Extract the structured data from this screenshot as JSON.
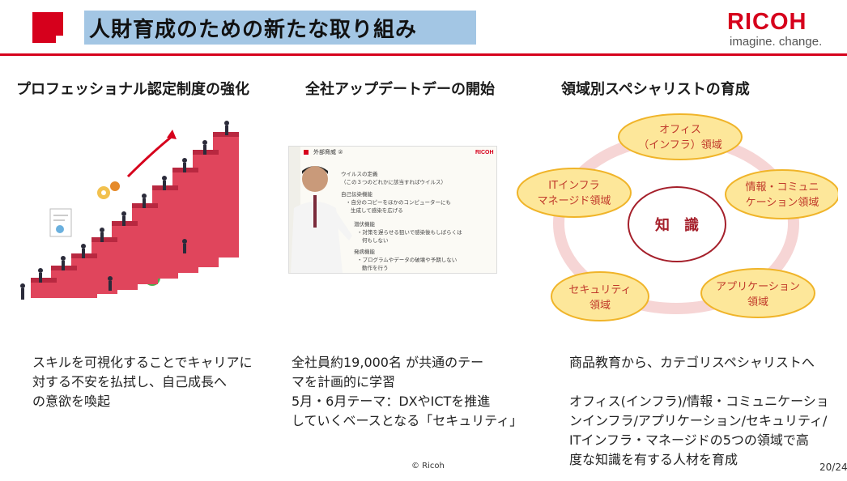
{
  "header": {
    "title": "人財育成のための新たな取り組み",
    "logo_word": "RICOH",
    "logo_tagline": "imagine. change."
  },
  "columns": [
    {
      "heading": "プロフェッショナル認定制度の強化",
      "body_lines": [
        "スキルを可視化することでキャリアに",
        "対する不安を払拭し、自己成長へ",
        "の意欲を喚起"
      ]
    },
    {
      "heading": "全社アップデートデーの開始",
      "body_lines": [
        "全社員約19,000名 が共通のテー",
        "マを計画的に学習",
        "5月・6月テーマ：DXやICTを推進",
        "していくベースとなる「セキュリティ」"
      ],
      "slide": {
        "title": "外部脅威  ②",
        "logo": "RICOH",
        "lines": [
          "ウイルスの定義",
          "（この３つのどれかに該当すればウイルス）",
          "自己伝染機能",
          "・自分のコピーをほかのコンピューターにも",
          "生成して感染を広げる",
          "潜伏機能",
          "・対策を遅らせる狙いで感染後もしばらくは",
          "何もしない",
          "発病機能",
          "・プログラムやデータの破壊や予期しない",
          "動作を行う"
        ]
      }
    },
    {
      "heading": "領域別スペシャリストの育成",
      "body_lines": [
        "商品教育から、カテゴリスペシャリストへ",
        "",
        "オフィス(インフラ)/情報・コミュニケーショ",
        "ンインフラ/アプリケーション/セキュリティ/",
        "ITインフラ・マネージドの5つの領域で高",
        "度な知識を有する人材を育成"
      ]
    }
  ],
  "diagram": {
    "center": "知　識",
    "domains": [
      {
        "line1": "オフィス",
        "line2": "（インフラ）領域"
      },
      {
        "line1": "情報・コミュニ",
        "line2": "ケーション領域"
      },
      {
        "line1": "アプリケーション",
        "line2": "領域"
      },
      {
        "line1": "セキュリティ",
        "line2": "領域"
      },
      {
        "line1": "ITインフラ",
        "line2": "マネージド領域"
      }
    ]
  },
  "colors": {
    "brand_red": "#d6001c",
    "title_bg": "#a3c6e4",
    "bubble_fill": "#fde79a",
    "bubble_stroke": "#f0b429",
    "ring": "#f6d5d5",
    "center_stroke": "#a5202b"
  },
  "footer": {
    "copyright": "© Ricoh",
    "page": "20/24"
  }
}
